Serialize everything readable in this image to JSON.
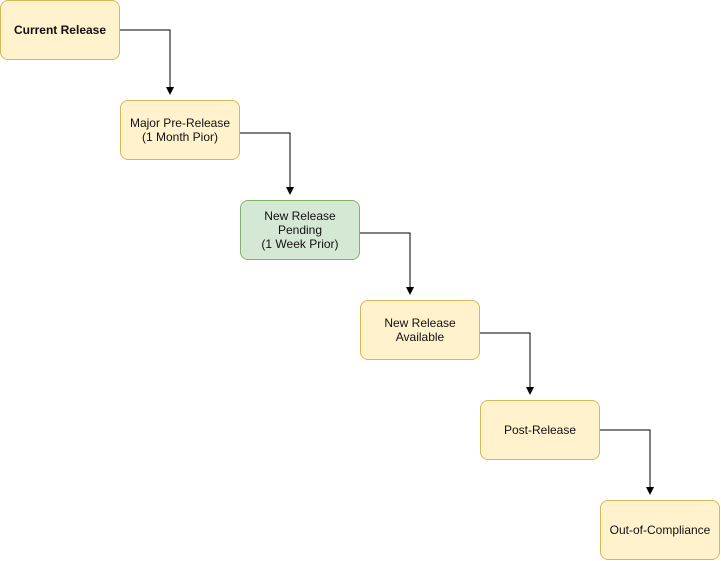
{
  "diagram": {
    "nodes": [
      {
        "id": "current-release",
        "label": "Current Release",
        "style": "yellow-bold"
      },
      {
        "id": "major-pre-release",
        "label": "Major Pre-Release\n(1 Month Pior)",
        "style": "yellow"
      },
      {
        "id": "new-release-pending",
        "label": "New Release\nPending\n(1 Week Prior)",
        "style": "green"
      },
      {
        "id": "new-release-available",
        "label": "New Release\nAvailable",
        "style": "yellow"
      },
      {
        "id": "post-release",
        "label": "Post-Release",
        "style": "yellow"
      },
      {
        "id": "out-of-compliance",
        "label": "Out-of-Compliance",
        "style": "yellow"
      }
    ],
    "edges": [
      {
        "from": "current-release",
        "to": "major-pre-release"
      },
      {
        "from": "major-pre-release",
        "to": "new-release-pending"
      },
      {
        "from": "new-release-pending",
        "to": "new-release-available"
      },
      {
        "from": "new-release-available",
        "to": "post-release"
      },
      {
        "from": "post-release",
        "to": "out-of-compliance"
      }
    ],
    "colors": {
      "yellow_fill": "#fff2cc",
      "yellow_stroke": "#d6b656",
      "green_fill": "#d5e8d4",
      "green_stroke": "#82b366",
      "connector": "#000000"
    }
  }
}
